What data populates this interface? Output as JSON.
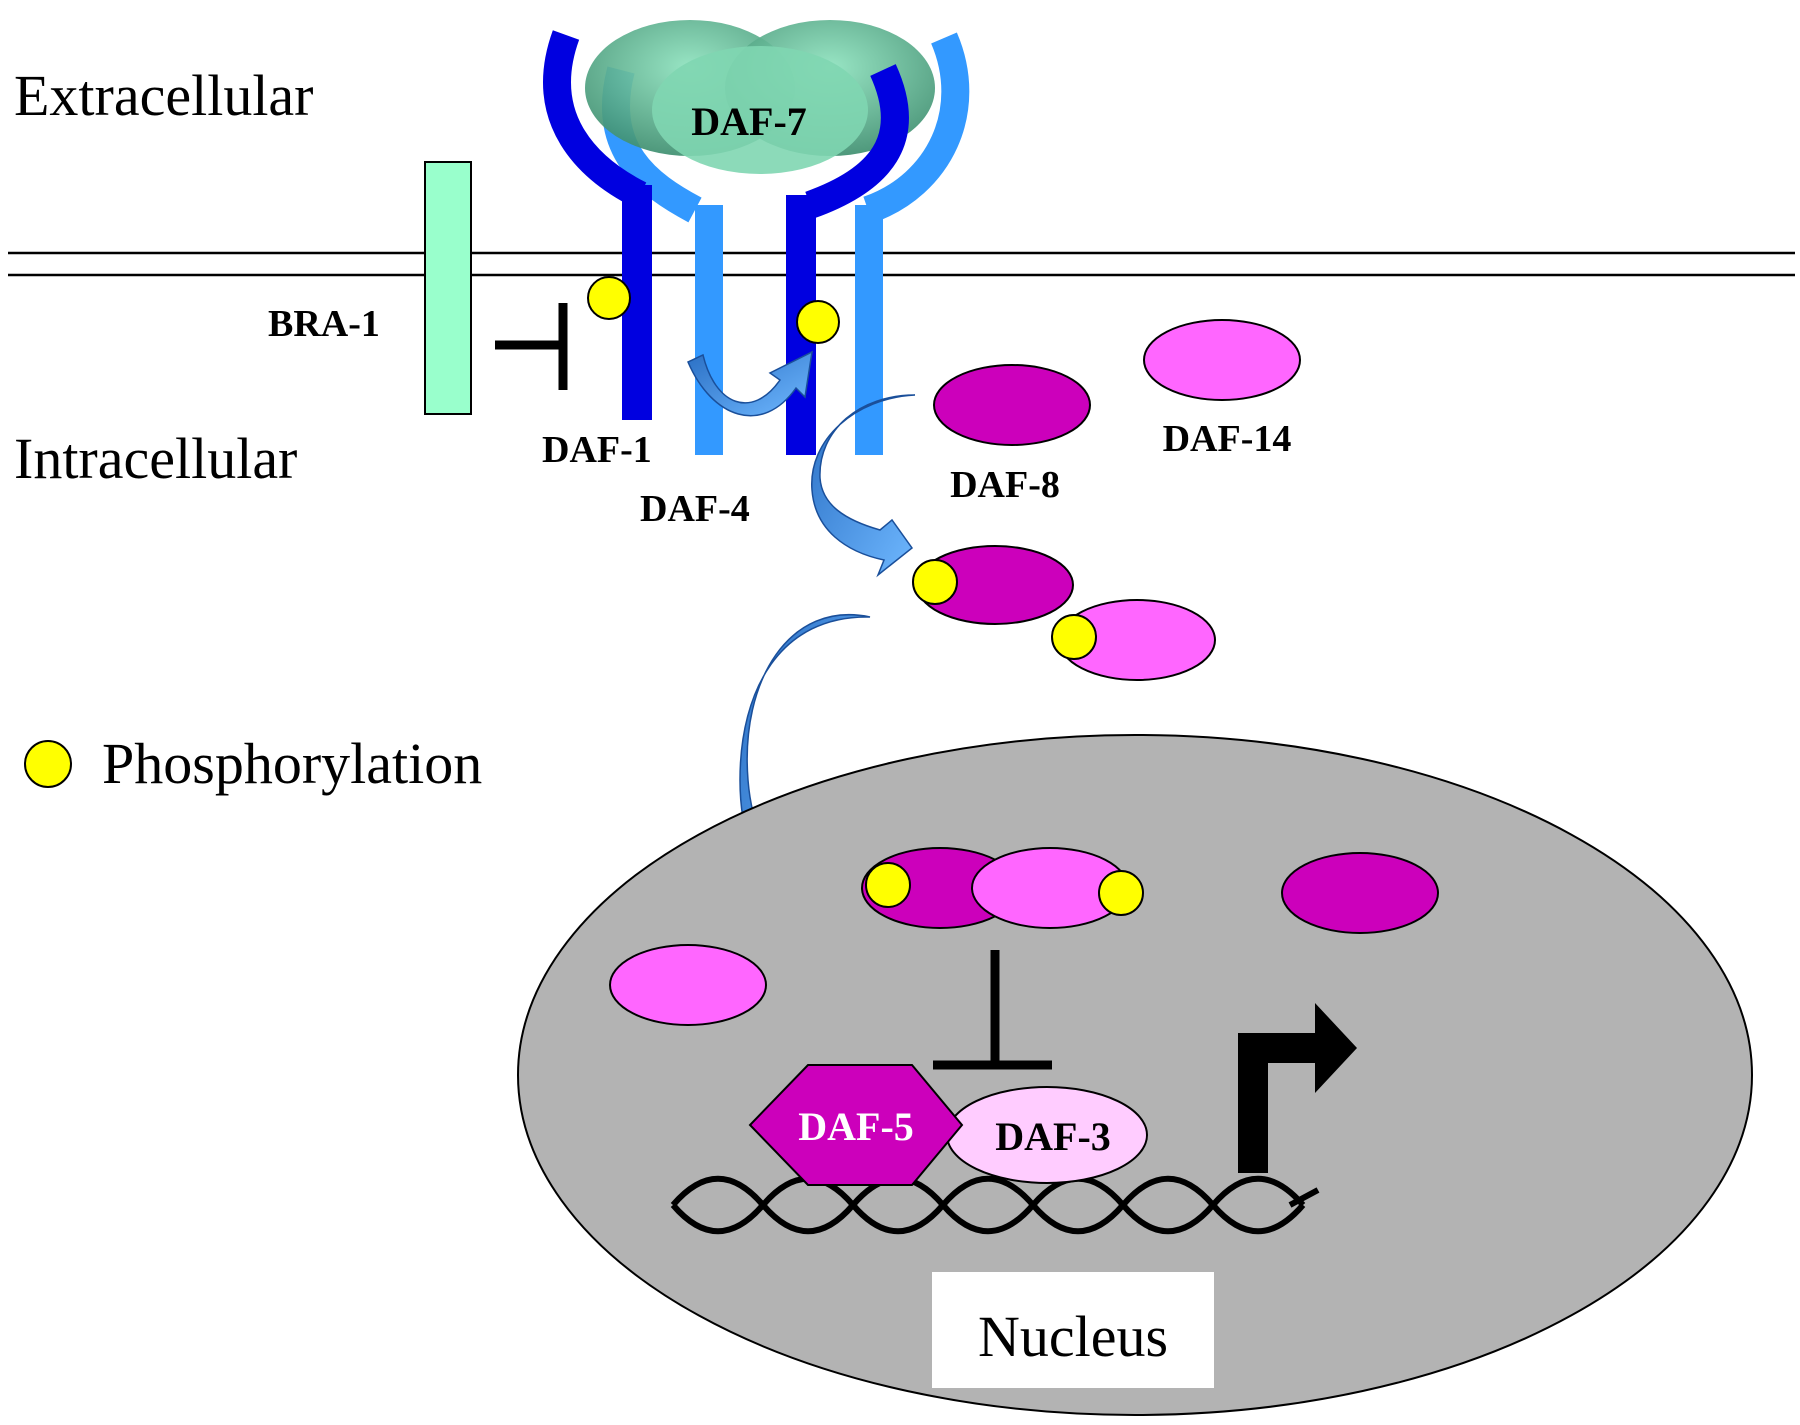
{
  "regions": {
    "extracellular": "Extracellular",
    "intracellular": "Intracellular",
    "nucleus": "Nucleus"
  },
  "proteins": {
    "daf7": "DAF-7",
    "bra1": "BRA-1",
    "daf1": "DAF-1",
    "daf4": "DAF-4",
    "daf8": "DAF-8",
    "daf14": "DAF-14",
    "daf5": "DAF-5",
    "daf3": "DAF-3"
  },
  "legend": {
    "phosphorylation": "Phosphorylation"
  },
  "colors": {
    "daf1_receptor": "#0000e0",
    "daf4_receptor": "#3399ff",
    "daf7_ligand": "#6fcfa8",
    "bra1": "#99ffcc",
    "daf8": "#cc00bb",
    "daf14": "#ff66ff",
    "daf3": "#ffccff",
    "phospho": "#ffff00",
    "nucleus": "#b3b3b3",
    "arrow": "#3b8fdd"
  }
}
